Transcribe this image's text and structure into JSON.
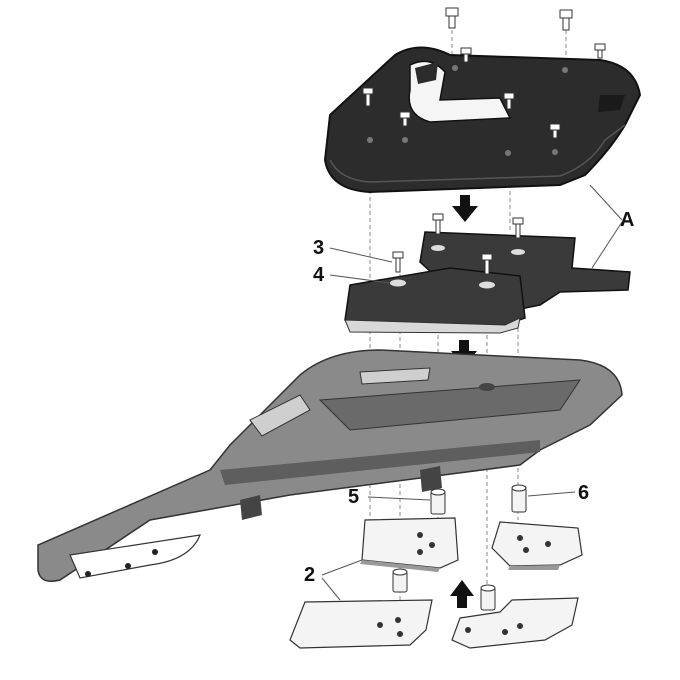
{
  "callouts": {
    "A": "A",
    "n2": "2",
    "n3": "3",
    "n4": "4",
    "n5": "5",
    "n6": "6"
  },
  "colors": {
    "plate": "#2c2c2c",
    "plate_edge": "#111111",
    "bracket": "#3a3a3a",
    "rack": "#8a8a8a",
    "rack_dark": "#5e5e5e",
    "pad": "#f4f4f4",
    "arrow": "#111111"
  }
}
